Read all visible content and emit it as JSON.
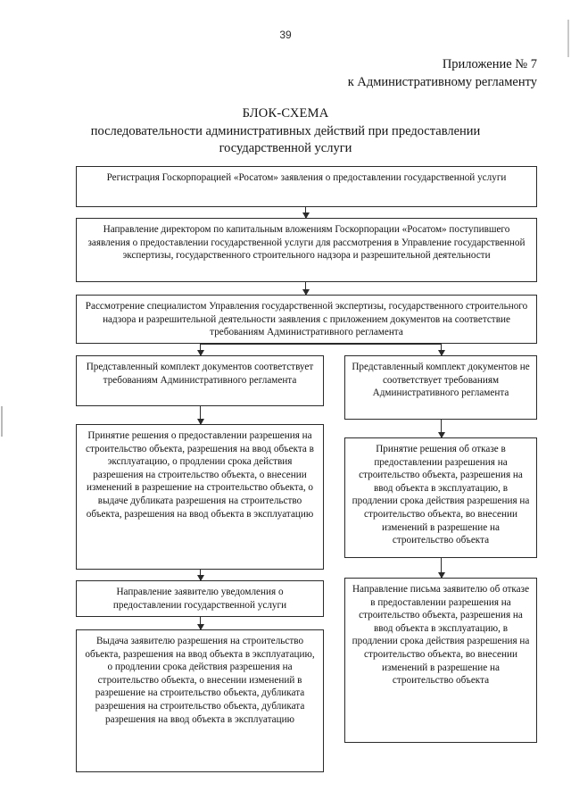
{
  "page": {
    "number": "39",
    "appendix_line1": "Приложение № 7",
    "appendix_line2": "к Административному регламенту",
    "title_line1": "БЛОК-СХЕМА",
    "title_line2": "последовательности административных действий при предоставлении",
    "title_line3": "государственной услуги"
  },
  "flowchart": {
    "type": "flowchart",
    "nodes": [
      {
        "id": "n1",
        "column": "full",
        "text": "Регистрация Госкорпорацией «Росатом» заявления о предоставлении государственной услуги"
      },
      {
        "id": "n2",
        "column": "full",
        "text": "Направление директором по капитальным вложениям Госкорпорации «Росатом» поступившего заявления о предоставлении государственной услуги для рассмотрения в Управление государственной экспертизы, государственного строительного надзора и разрешительной деятельности"
      },
      {
        "id": "n3",
        "column": "full",
        "text": "Рассмотрение специалистом Управления государственной экспертизы, государственного строительного надзора и разрешительной деятельности заявления с приложением документов на соответствие требованиям Административного регламента"
      },
      {
        "id": "n4",
        "column": "left",
        "text": "Представленный комплект документов соответствует требованиям Административного регламента"
      },
      {
        "id": "n5",
        "column": "right",
        "text": "Представленный комплект документов не соответствует требованиям Административного регламента"
      },
      {
        "id": "n6",
        "column": "left",
        "text": "Принятие решения о предоставлении разрешения на строительство объекта, разрешения на ввод объекта в эксплуатацию, о продлении срока действия разрешения на строительство объекта, о внесении изменений в разрешение на строительство объекта, о выдаче дубликата разрешения на строительство объекта, разрешения на ввод объекта в эксплуатацию"
      },
      {
        "id": "n7",
        "column": "right",
        "text": "Принятие решения об отказе в предоставлении разрешения на строительство объекта, разрешения на ввод объекта в эксплуатацию, в продлении срока действия разрешения на строительство объекта, во внесении изменений в разрешение на строительство объекта"
      },
      {
        "id": "n8",
        "column": "left",
        "text": "Направление заявителю уведомления о предоставлении государственной услуги"
      },
      {
        "id": "n9",
        "column": "right",
        "text": "Направление письма заявителю  об отказе в предоставлении разрешения на строительство объекта, разрешения на ввод объекта в эксплуатацию, в продлении срока действия разрешения на строительство объекта, во внесении изменений в разрешение на строительство объекта"
      },
      {
        "id": "n10",
        "column": "left",
        "text": "Выдача заявителю разрешения на строительство объекта, разрешения на ввод объекта в эксплуатацию, о продлении срока действия разрешения на строительство объекта, о внесении изменений в разрешение на строительство объекта, дубликата разрешения на строительство объекта, дубликата разрешения на ввод объекта в эксплуатацию"
      }
    ]
  }
}
